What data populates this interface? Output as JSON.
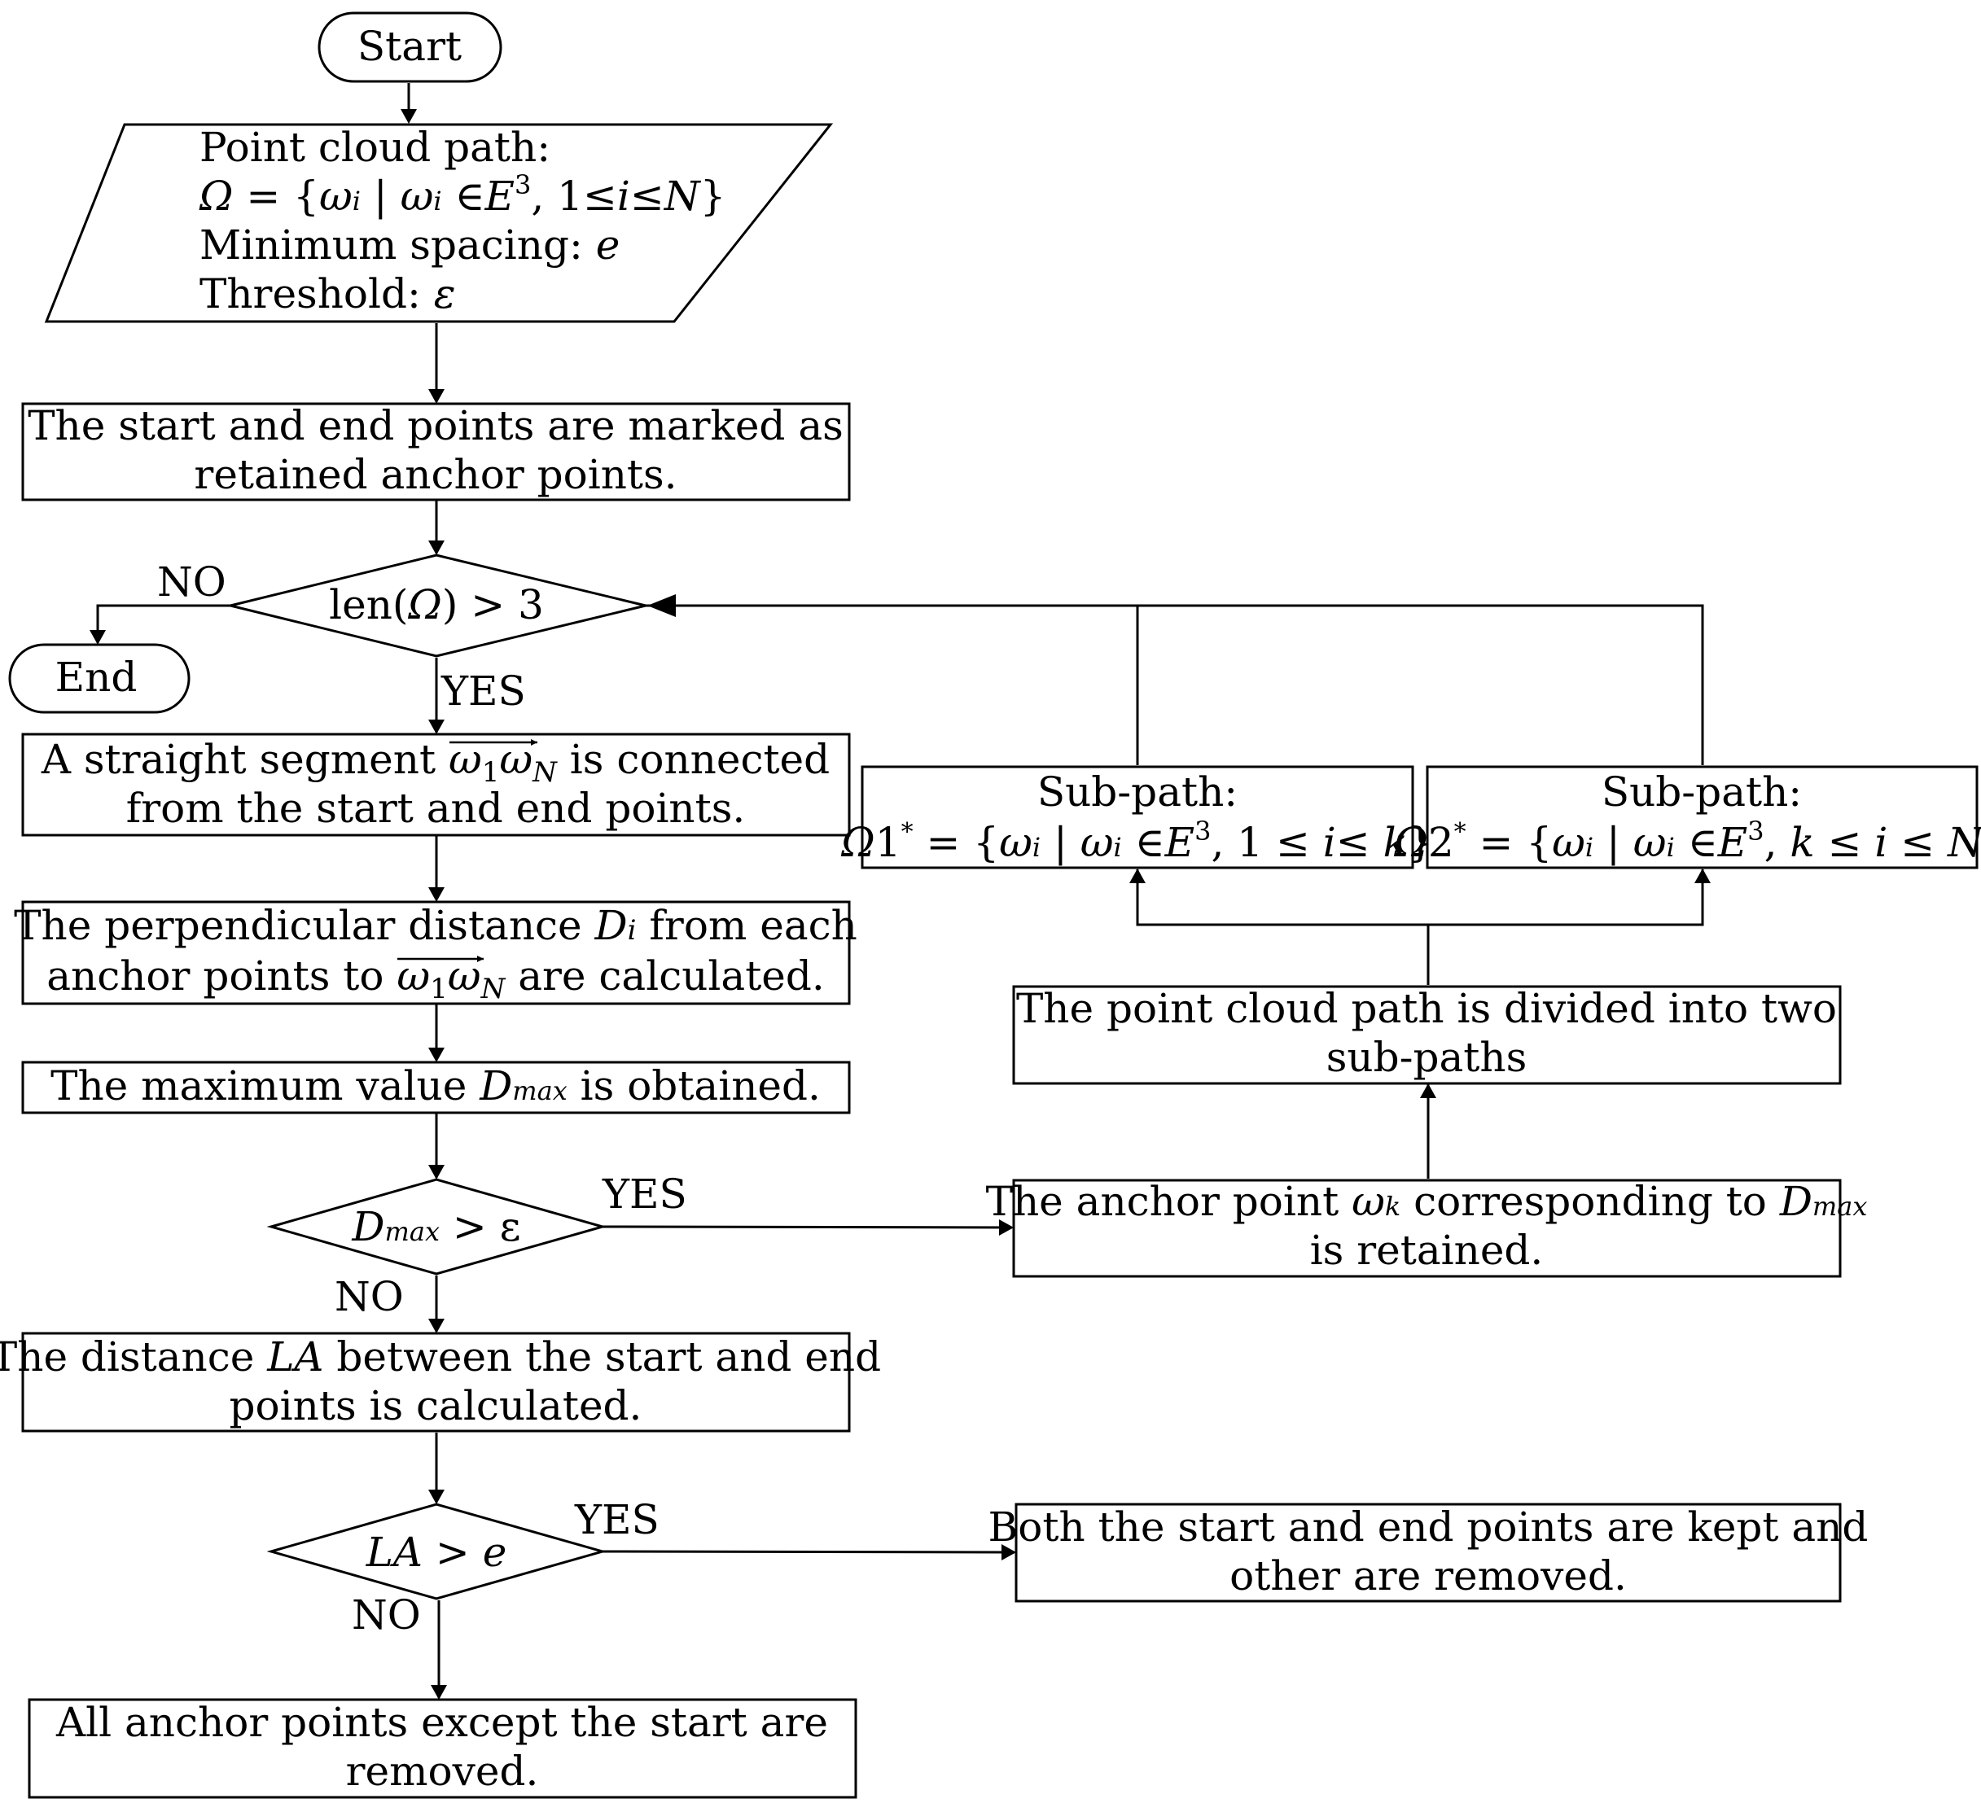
{
  "start": "Start",
  "end": "End",
  "input": {
    "l1": "Point cloud  path:",
    "l2_omega": "Ω",
    "l2_eq": " = {",
    "l2_w1": "ω",
    "l2_i1": "i",
    "l2_bar": " | ",
    "l2_w2": "ω",
    "l2_i2": "i",
    "l2_in": " ∈",
    "l2_E": "E",
    "l2_3": "3",
    "l2_range_a": ", 1≤",
    "l2_i3": "i",
    "l2_le": "≤",
    "l2_N": "N",
    "l2_close": "}",
    "l3": "Minimum spacing: ",
    "l3_var": "e",
    "l4": "Threshold: ",
    "l4_var": "ε"
  },
  "mark": {
    "l1": "The start and end points are marked as",
    "l2": "retained anchor points."
  },
  "cond1": {
    "a": "len(",
    "omega": "Ω",
    "b": ") > 3"
  },
  "segment": {
    "l1a": "A straight segment ",
    "w1": "ω",
    "s1": "1",
    "wN": "ω",
    "sN": "N",
    "l1b": " is connected",
    "l2": "from the start and end points."
  },
  "perp": {
    "l1a": "The perpendicular distance ",
    "D": "D",
    "Di": "i",
    "l1b": " from each",
    "l2a": "anchor points to ",
    "w1": "ω",
    "s1": "1",
    "wN": "ω",
    "sN": "N",
    "l2b": " are calculated."
  },
  "max": {
    "a": "The maximum value ",
    "D": "D",
    "sub": "max",
    "b": " is obtained."
  },
  "cond2": {
    "D": "D",
    "sub": "max",
    "rest": " > ε"
  },
  "la": {
    "l1a": "The distance ",
    "LA": "LA",
    "l1b": " between the start and end",
    "l2": "points is calculated."
  },
  "cond3": {
    "LA": "LA",
    "gt": " > ",
    "e": "e"
  },
  "remove": {
    "l1": "All anchor points except the start are",
    "l2": "removed."
  },
  "retain": {
    "l1a": "The anchor point ",
    "w": "ω",
    "k": "k",
    "l1b": " corresponding to ",
    "D": "D",
    "sub": "max",
    "l2": "is retained."
  },
  "divide": {
    "l1": "The point cloud path is divided into two",
    "l2": "sub-paths"
  },
  "keep": {
    "l1": "Both the start and end points are kept and",
    "l2": "other are removed."
  },
  "sub1": {
    "title": "Sub-path:",
    "omega": "Ω",
    "idx": "1",
    "star": "*",
    "eq": " = {",
    "w1": "ω",
    "i1": "i",
    "bar": " | ",
    "w2": "ω",
    "i2": "i",
    "in": " ∈",
    "E": "E",
    "sup": "3",
    "r1": ", 1 ≤ ",
    "i3": "i",
    "r2": "≤ ",
    "k": "k",
    "close": "}"
  },
  "sub2": {
    "title": "Sub-path:",
    "omega": "Ω",
    "idx": "2",
    "star": "*",
    "eq": " = {",
    "w1": "ω",
    "i1": "i",
    "bar": " | ",
    "w2": "ω",
    "i2": "i",
    "in": " ∈",
    "E": "E",
    "sup": "3",
    "r1": ", ",
    "k": "k",
    "r2": " ≤ ",
    "i3": "i",
    "r3": " ≤ ",
    "N": "N",
    "close": "}"
  },
  "labels": {
    "no1": "NO",
    "yes1": "YES",
    "yes2": "YES",
    "no2": "NO",
    "yes3": "YES",
    "no3": "NO"
  }
}
